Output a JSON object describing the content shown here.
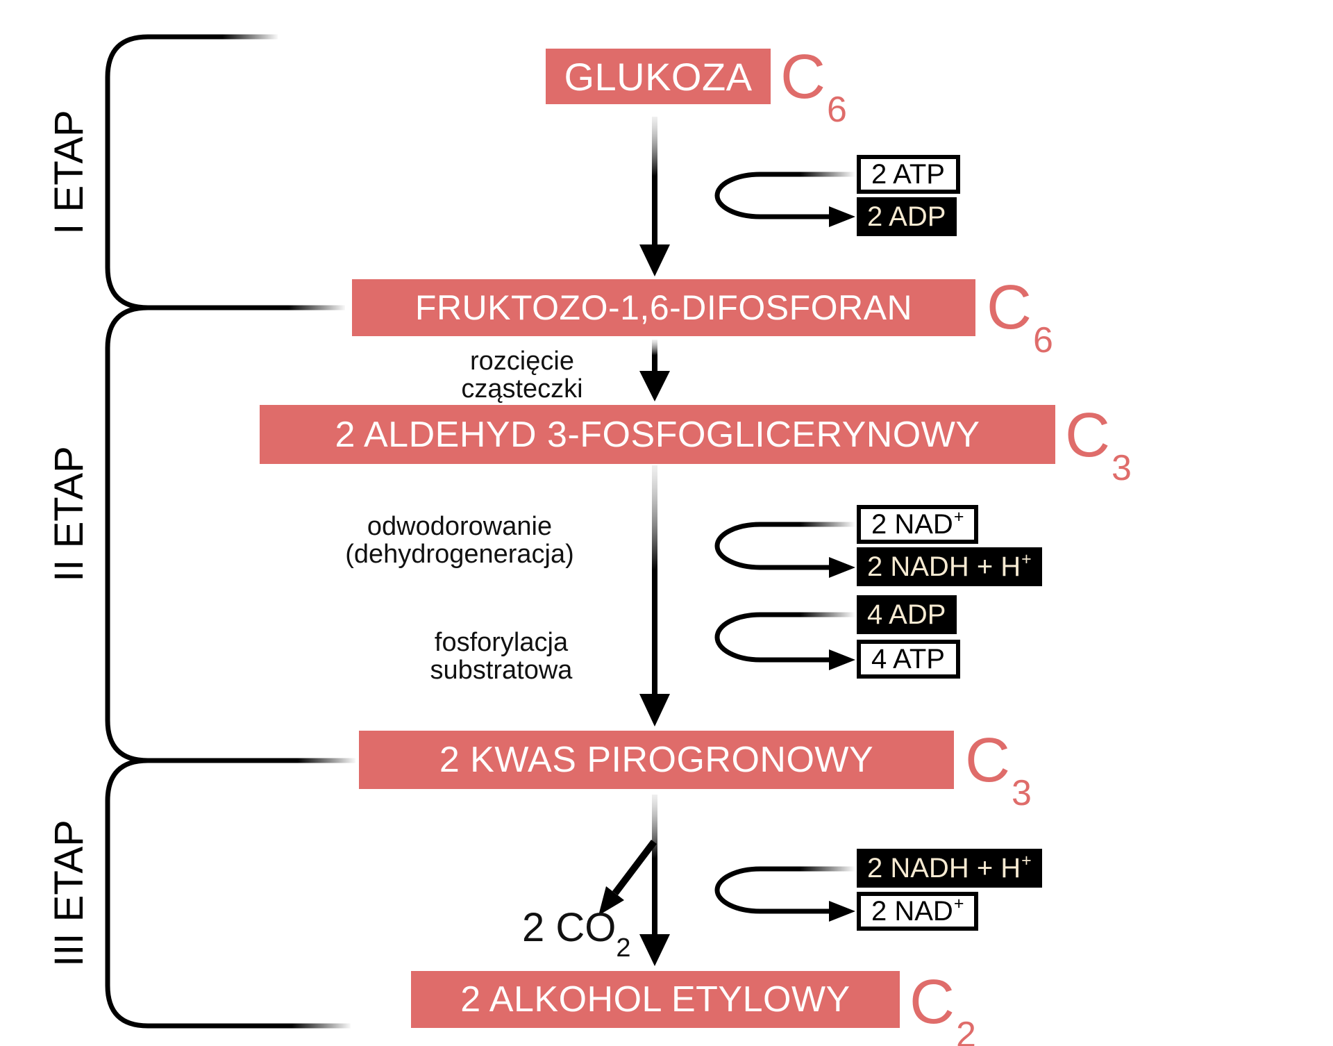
{
  "stage_labels": [
    "I ETAP",
    "II ETAP",
    "III ETAP"
  ],
  "nodes": {
    "glukoza": {
      "label": "GLUKOZA",
      "formula": "C",
      "formula_sub": "6"
    },
    "fruktozo": {
      "label": "FRUKTOZO-1,6-DIFOSFORAN",
      "formula": "C",
      "formula_sub": "6"
    },
    "aldehyd": {
      "label": "2 ALDEHYD 3-FOSFOGLICERYNOWY",
      "formula": "C",
      "formula_sub": "3"
    },
    "kwas": {
      "label": "2 KWAS PIROGRONOWY",
      "formula": "C",
      "formula_sub": "3"
    },
    "alkohol": {
      "label": "2 ALKOHOL ETYLOWY",
      "formula": "C",
      "formula_sub": "2"
    }
  },
  "process_labels": {
    "rozciecie_line1": "rozcięcie",
    "rozciecie_line2": "cząsteczki",
    "odwodorowanie_line1": "odwodorowanie",
    "odwodorowanie_line2": "(dehydrogeneracja)",
    "fosforylacja_line1": "fosforylacja",
    "fosforylacja_line2": "substratowa"
  },
  "byproduct": {
    "co2_text": "2 CO",
    "co2_sub": "2"
  },
  "cofactor_pairs": [
    {
      "top": {
        "text": "2 ATP",
        "sup": ""
      },
      "bottom": {
        "text": "2 ADP",
        "sup": ""
      }
    },
    {
      "top": {
        "text": "2 NAD",
        "sup": "+"
      },
      "bottom": {
        "text": "2 NADH + H",
        "sup": "+"
      }
    },
    {
      "top": {
        "text": "4 ADP",
        "sup": ""
      },
      "bottom": {
        "text": "4 ATP",
        "sup": ""
      }
    },
    {
      "top": {
        "text": "2 NADH + H",
        "sup": "+"
      },
      "bottom": {
        "text": "2 NAD",
        "sup": "+"
      }
    }
  ],
  "colors": {
    "node_fill": "#df6c6a",
    "formula_text": "#df6c6a",
    "dark_box_bg": "#000000",
    "dark_box_text": "#f6ead2",
    "arrow": "#000000"
  }
}
